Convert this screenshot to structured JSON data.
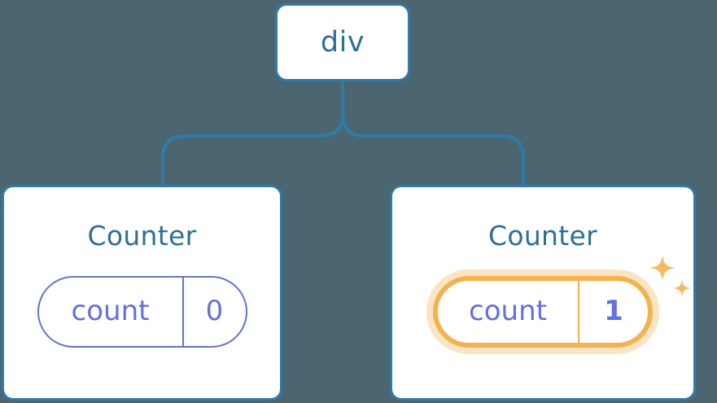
{
  "diagram": {
    "type": "component-tree",
    "background_color": "#4b6670",
    "accent_blue": "#2f7ba7",
    "text_blue": "#2f6f96",
    "state_purple": "#6470dd",
    "highlight_orange": "#f3b24f",
    "highlight_glow": "#fadfb0"
  },
  "root": {
    "label": "div"
  },
  "children": [
    {
      "id": "counter-left",
      "title": "Counter",
      "state": {
        "key": "count",
        "value": "0",
        "highlighted": false
      }
    },
    {
      "id": "counter-right",
      "title": "Counter",
      "state": {
        "key": "count",
        "value": "1",
        "highlighted": true
      },
      "sparkle_icons": [
        "sparkle-large",
        "sparkle-small"
      ]
    }
  ]
}
